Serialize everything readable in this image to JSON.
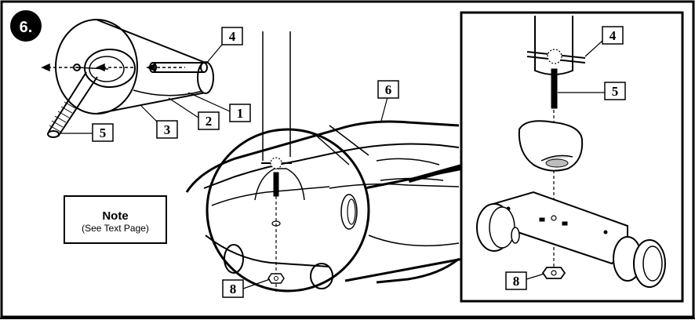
{
  "step": {
    "number": "6."
  },
  "note": {
    "title": "Note",
    "subtitle": "(See Text Page)"
  },
  "callouts": {
    "c1": "1",
    "c2": "2",
    "c3": "3",
    "c4_left": "4",
    "c5_left": "5",
    "c6": "6",
    "c8_center": "8",
    "c4_right": "4",
    "c5_right": "5",
    "c8_right": "8"
  },
  "colors": {
    "ink": "#000000",
    "paper": "#ffffff",
    "shade": "#d9d9d9",
    "highlight": "#bdbdbd"
  },
  "icons": [
    "arrow-left-icon",
    "arrow-right-icon",
    "zoom-arrow-icon"
  ]
}
